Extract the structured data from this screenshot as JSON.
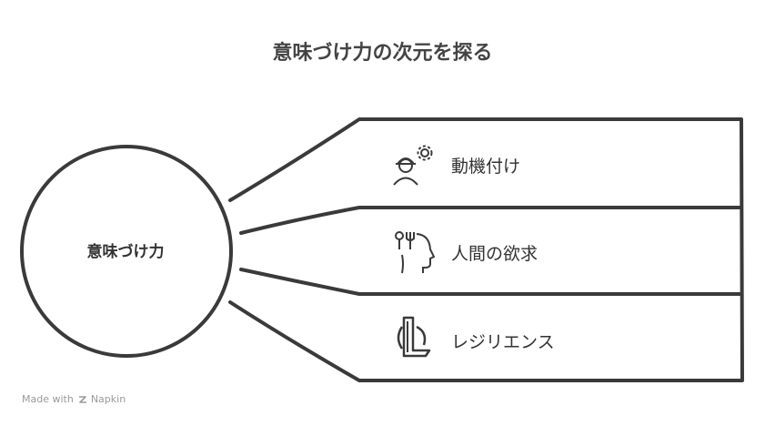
{
  "title": "意味づけ力の次元を探る",
  "center": {
    "label": "意味づけ力"
  },
  "items": [
    {
      "label": "動機付け",
      "icon": "worker-gear-icon"
    },
    {
      "label": "人間の欲求",
      "icon": "head-fork-knife-icon"
    },
    {
      "label": "レジリエンス",
      "icon": "resilience-emblem-icon"
    }
  ],
  "footer": {
    "made_with": "Made with",
    "brand": "Napkin"
  },
  "colors": {
    "stroke": "#3a3a3a",
    "text": "#333333",
    "footer": "#9a9a9a"
  }
}
